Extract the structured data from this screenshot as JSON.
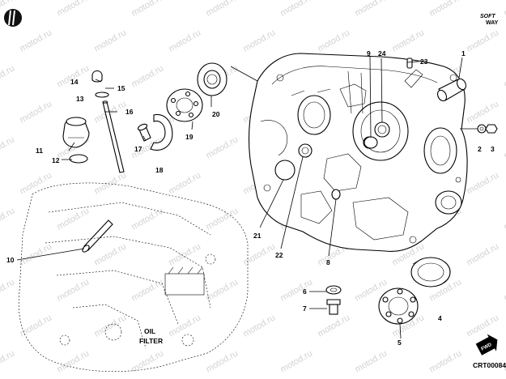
{
  "header": {
    "brand_top": "SOFT",
    "brand_bottom": "WAY"
  },
  "watermark": "motod.ru",
  "callouts": [
    "1",
    "2",
    "3",
    "4",
    "5",
    "6",
    "7",
    "8",
    "9",
    "10",
    "11",
    "12",
    "13",
    "14",
    "15",
    "16",
    "17",
    "18",
    "19",
    "20",
    "21",
    "22",
    "23",
    "24"
  ],
  "footer": {
    "code": "CRT00084",
    "arrow_text": "FWD"
  },
  "oil_filter_text": [
    "OIL",
    "FILTER"
  ]
}
